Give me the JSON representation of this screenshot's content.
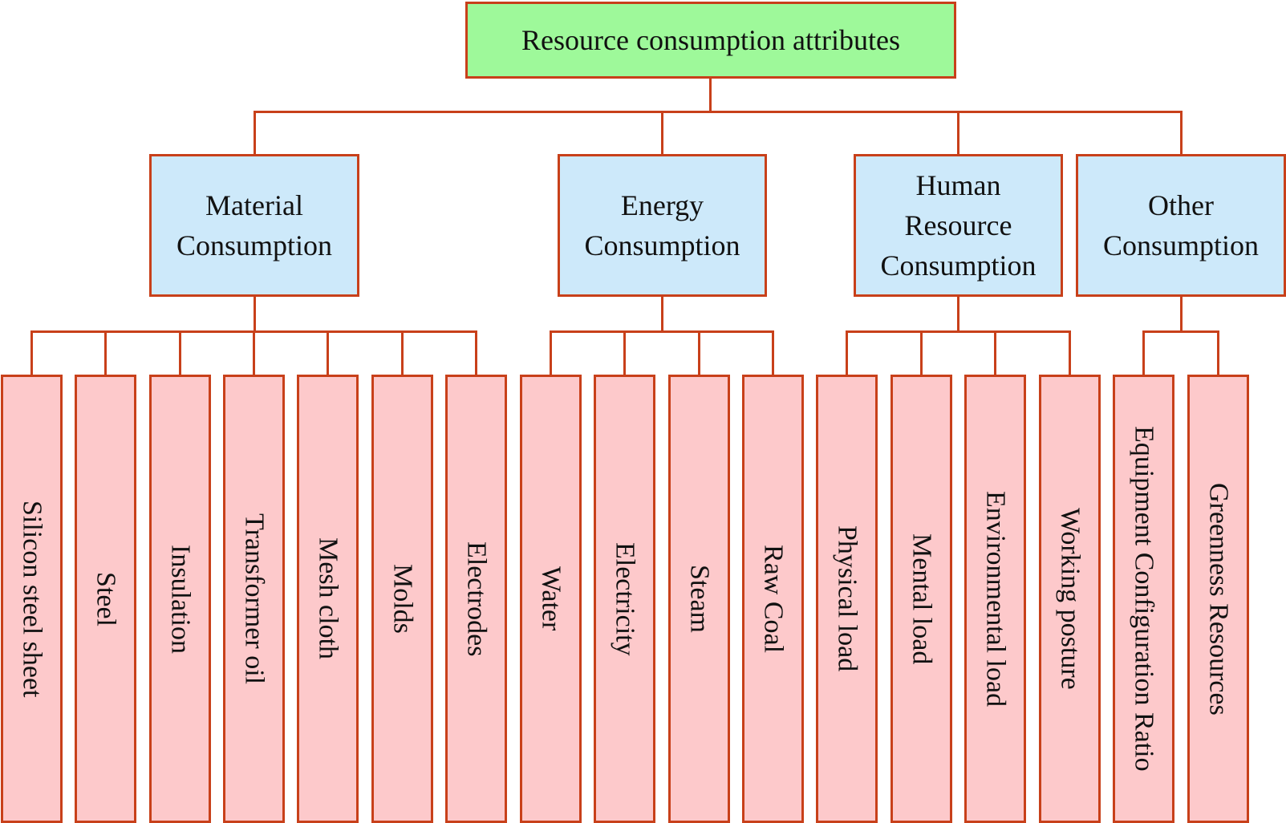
{
  "root": {
    "label": "Resource consumption attributes",
    "color": "#9ef99a"
  },
  "categories": [
    {
      "label": "Material Consumption",
      "lines": [
        "Material",
        "Consumption"
      ],
      "color": "#cde9fa",
      "items": [
        "Silicon steel sheet",
        "Steel",
        "Insulation",
        "Transformer oil",
        "Mesh cloth",
        "Molds",
        "Electrodes"
      ]
    },
    {
      "label": "Energy Consumption",
      "lines": [
        "Energy",
        "Consumption"
      ],
      "color": "#cde9fa",
      "items": [
        "Water",
        "Electricity",
        "Steam",
        "Raw Coal"
      ]
    },
    {
      "label": "Human Resource Consumption",
      "lines": [
        "Human",
        "Resource",
        "Consumption"
      ],
      "color": "#cde9fa",
      "items": [
        "Physical load",
        "Mental load",
        "Environmental load",
        "Working posture"
      ]
    },
    {
      "label": "Other Consumption",
      "lines": [
        "Other",
        "Consumption"
      ],
      "color": "#cde9fa",
      "items": [
        "Equipment Configuration Ratio",
        "Greenness Resources"
      ]
    }
  ],
  "colors": {
    "connector": "#c8401a",
    "leaf": "#fdc9cb"
  }
}
